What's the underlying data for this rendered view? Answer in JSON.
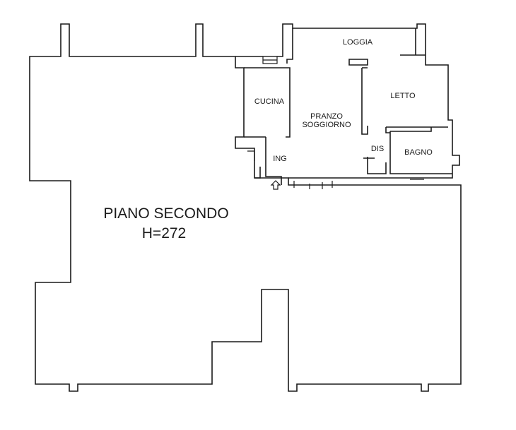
{
  "floor_plan": {
    "title": "PIANO SECONDO",
    "height_note": "H=272",
    "rooms": {
      "loggia": "LOGGIA",
      "letto": "LETTO",
      "cucina": "CUCINA",
      "pranzo": "PRANZO",
      "soggiorno": "SOGGIORNO",
      "dis": "DIS",
      "bagno": "BAGNO",
      "ing": "ING"
    },
    "entrance_icon": "up-arrow-icon"
  }
}
